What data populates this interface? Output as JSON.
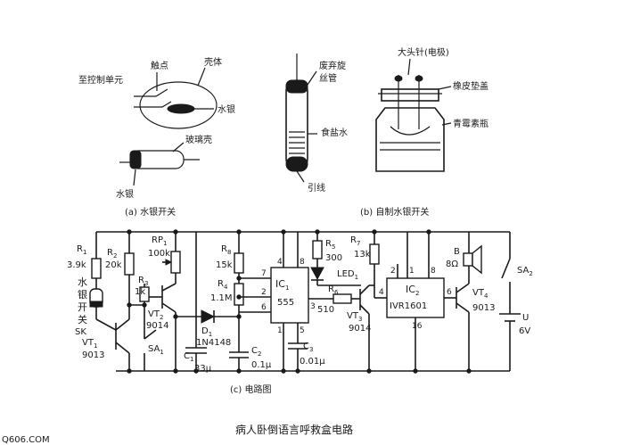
{
  "colors": {
    "ink": "#1a1a1a",
    "background": "#ffffff"
  },
  "part_a": {
    "label_control_unit": "至控制单元",
    "label_contact": "触点",
    "label_shell": "壳体",
    "label_mercury_1": "水银",
    "label_glass_shell": "玻璃壳",
    "label_mercury_2": "水银",
    "caption": "(a) 水银开关"
  },
  "part_b": {
    "label_waste_tube": "废弃旋",
    "label_waste_tube_2": "丝管",
    "label_salt_water": "食盐水",
    "label_lead": "引线",
    "label_pin": "大头针(电极)",
    "label_rubber_gasket": "橡皮垫盖",
    "label_medicine_bottle": "青霉素瓶",
    "caption": "(b) 自制水银开关"
  },
  "part_c": {
    "caption": "(c) 电路图",
    "labels": {
      "R1": "R",
      "R1_sub": "1",
      "R1_val": "3.9k",
      "R2": "R",
      "R2_sub": "2",
      "R2_val": "20k",
      "RP1": "RP",
      "RP1_sub": "1",
      "RP1_val": "100k",
      "R3": "R",
      "R3_sub": "3",
      "R3_val": "1k",
      "mercury_switch": [
        "水",
        "银",
        "开",
        "关"
      ],
      "SK": "SK",
      "VT1": "VT",
      "VT1_sub": "1",
      "VT1_val": "9013",
      "VT2": "VT",
      "VT2_sub": "2",
      "VT2_val": "9014",
      "SA1": "SA",
      "SA1_sub": "1",
      "R8": "R",
      "R8_sub": "8",
      "R8_val": "15k",
      "R4": "R",
      "R4_sub": "4",
      "R4_val": "1.1M",
      "D1": "D",
      "D1_sub": "1",
      "D1_val": "1N4148",
      "C1": "C",
      "C1_sub": "1",
      "C1_val": "33μ",
      "C2": "C",
      "C2_sub": "2",
      "C2_val": "0.1μ",
      "IC1": "IC",
      "IC1_sub": "1",
      "IC1_val": "555",
      "IC1_pins": [
        "7",
        "4",
        "8",
        "2",
        "6",
        "3",
        "1",
        "5"
      ],
      "C3": "C",
      "C3_sub": "3",
      "C3_val": "0.01μ",
      "R5": "R",
      "R5_sub": "5",
      "R5_val": "300",
      "LED1": "LED",
      "LED1_sub": "1",
      "R6": "R",
      "R6_sub": "6",
      "R6_val": "510",
      "R7": "R",
      "R7_sub": "7",
      "R7_val": "13k",
      "VT3": "VT",
      "VT3_sub": "3",
      "VT3_val": "9014",
      "IC2": "IC",
      "IC2_sub": "2",
      "IC2_val": "IVR1601",
      "IC2_pins": [
        "2",
        "1",
        "8",
        "4",
        "16",
        "6"
      ],
      "B": "B",
      "B_val": "8Ω",
      "VT4": "VT",
      "VT4_sub": "4",
      "VT4_val": "9013",
      "SA2": "SA",
      "SA2_sub": "2",
      "U": "U",
      "U_val": "6V"
    }
  },
  "title": "病人卧倒语言呼救盒电路",
  "watermark": "Q606.COM"
}
